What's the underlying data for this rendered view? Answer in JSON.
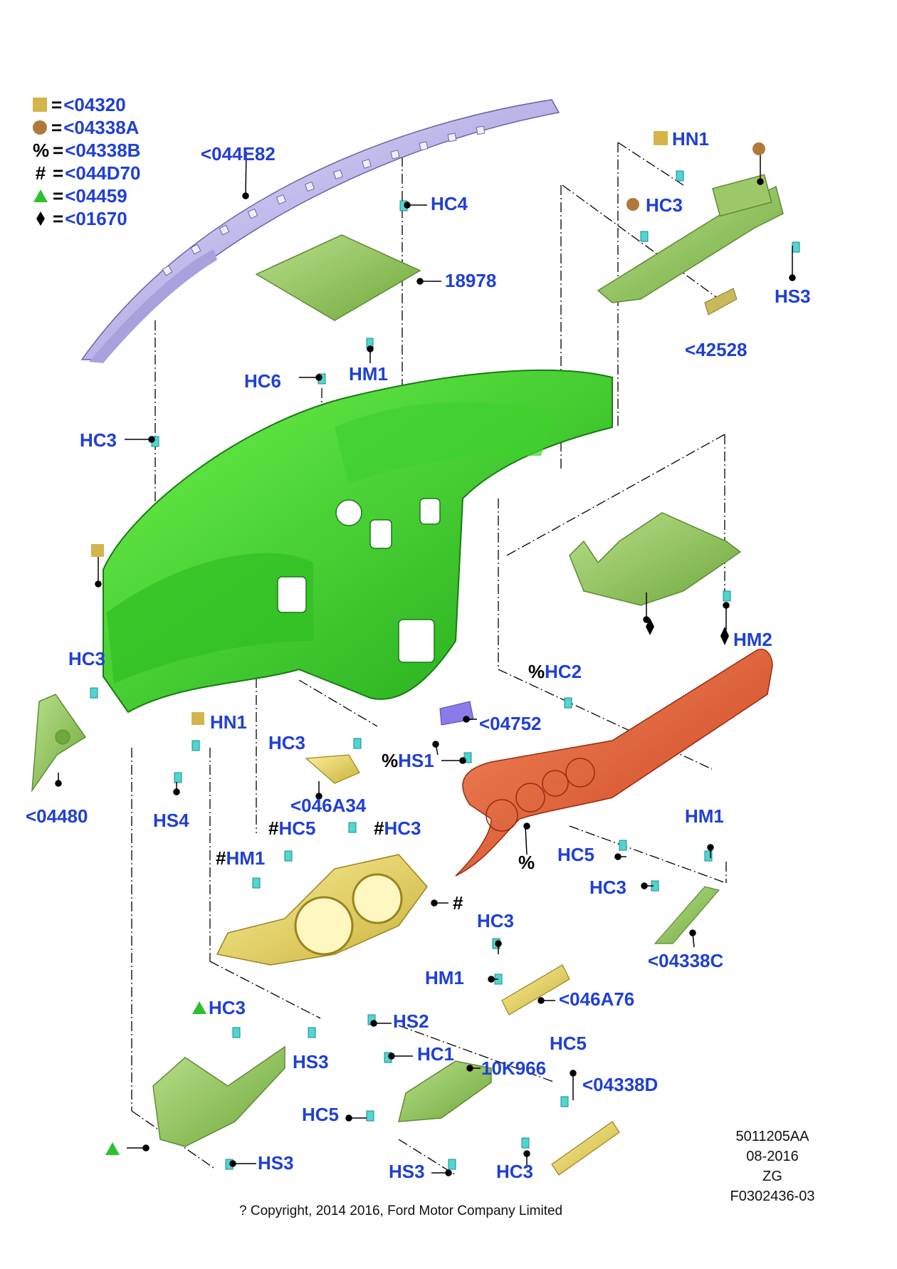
{
  "legend": [
    {
      "symbol": "square",
      "color": "#d4b54a",
      "code": "<04320"
    },
    {
      "symbol": "circle",
      "color": "#b0793a",
      "code": "<04338A"
    },
    {
      "symbol": "%",
      "color": "#000000",
      "code": "<04338B"
    },
    {
      "symbol": "#",
      "color": "#000000",
      "code": "<044D70"
    },
    {
      "symbol": "triangle",
      "color": "#2ec12e",
      "code": "<04459"
    },
    {
      "symbol": "diamond",
      "color": "#000000",
      "code": "<01670"
    }
  ],
  "labels": {
    "l_044E82": "<044E82",
    "l_HC4": "HC4",
    "l_18978": "18978",
    "l_HM1_top": "HM1",
    "l_HC6": "HC6",
    "l_HC3_left": "HC3",
    "l_HN1_top": "HN1",
    "l_HC3_topright": "HC3",
    "l_HS3_topright": "HS3",
    "l_42528": "<42528",
    "l_HM2": "HM2",
    "l_HC2": "HC2",
    "l_04752": "<04752",
    "l_HC3_leftmid": "HC3",
    "l_HN1_mid": "HN1",
    "l_04480": "<04480",
    "l_HS4": "HS4",
    "l_HC3_mid": "HC3",
    "l_046A34": "<046A34",
    "l_HS1": "HS1",
    "l_HC5_a": "HC5",
    "l_HC3_b": "HC3",
    "l_HM1_b": "HM1",
    "l_pct_bottom": "%",
    "l_hash": "#",
    "l_HM1_right": "HM1",
    "l_HC5_right": "HC5",
    "l_HC3_right": "HC3",
    "l_04338C": "<04338C",
    "l_HC3_c": "HC3",
    "l_HM1_c": "HM1",
    "l_046A76": "<046A76",
    "l_HC3_tri": "HC3",
    "l_HS2": "HS2",
    "l_HS3_b": "HS3",
    "l_HC1": "HC1",
    "l_10K966": "10K966",
    "l_HC5_d": "HC5",
    "l_HC5_e": "HC5",
    "l_04338D": "<04338D",
    "l_HS3_c": "HS3",
    "l_HS3_d": "HS3",
    "l_HC3_d": "HC3"
  },
  "footer": {
    "ref": "5011205AA",
    "date": "08-2016",
    "zg": "ZG",
    "fig": "F0302436-03",
    "copyright": "? Copyright, 2014 2016, Ford Motor Company Limited"
  },
  "colors": {
    "label_blue": "#1f3fd6",
    "dash_green": "#2fd12f",
    "top_pad": "#b8b4e6",
    "cover": "#8fd16a",
    "bezel_orange": "#e8623a",
    "cluster_yellow": "#e6d25a",
    "clip_cyan": "#4fd6d0"
  }
}
